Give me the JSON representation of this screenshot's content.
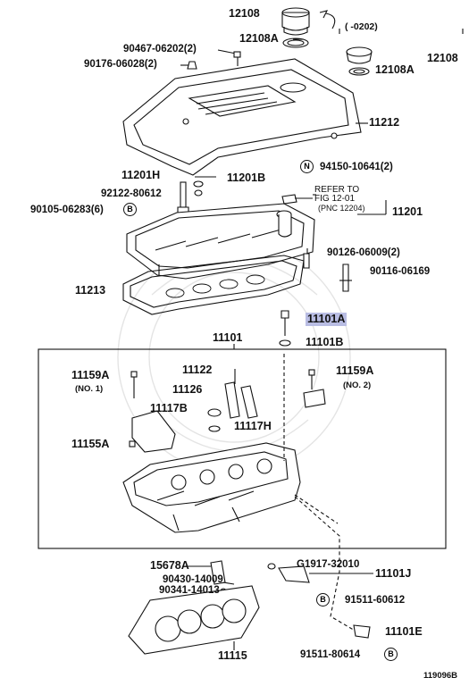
{
  "labels": {
    "l12108_top": "12108",
    "l12108A_top": "12108A",
    "l0202": "( -0202)",
    "l12108_right": "12108",
    "l12108A_right": "12108A",
    "l90467": "90467-06202(2)",
    "l90176": "90176-06028(2)",
    "l11212": "11212",
    "l94150": "94150-10641(2)",
    "l11201H": "11201H",
    "l11201B": "11201B",
    "l92122": "92122-80612",
    "l90105": "90105-06283(6)",
    "refer1": "REFER TO",
    "refer2": "FIG 12-01",
    "refer3": "(PNC 12204)",
    "l11201": "11201",
    "l90126": "90126-06009(2)",
    "l90116": "90116-06169",
    "l11213": "11213",
    "l11101A": "11101A",
    "l11101": "11101",
    "l11101B": "11101B",
    "l11159A_left": "11159A",
    "no1": "(NO. 1)",
    "l11122": "11122",
    "l11159A_right": "11159A",
    "no2": "(NO. 2)",
    "l11126": "11126",
    "l11117B": "11117B",
    "l11117H": "11117H",
    "l11155A": "11155A",
    "l15678A": "15678A",
    "lG1917": "G1917-32010",
    "l11101J": "11101J",
    "l90430": "90430-14009",
    "l90341": "90341-14013",
    "l91511_60612": "91511-60612",
    "l11101E": "11101E",
    "l11115": "11115",
    "l91511_80614": "91511-80614",
    "diagram_id": "119096B"
  },
  "markers": {
    "n": "N",
    "b": "B"
  }
}
